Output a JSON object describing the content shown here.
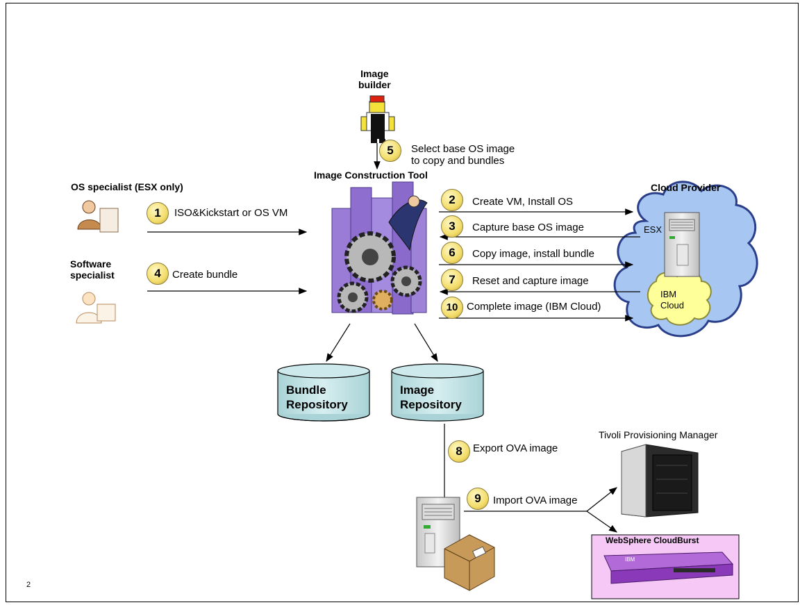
{
  "actors": {
    "image_builder": "Image\nbuilder",
    "os_specialist": "OS specialist (ESX only)",
    "software_specialist": "Software\nspecialist",
    "tool": "Image Construction Tool",
    "cloud_provider": "Cloud Provider"
  },
  "steps": [
    {
      "num": "1",
      "text": "ISO&Kickstart or OS VM"
    },
    {
      "num": "2",
      "text": "Create VM, Install OS"
    },
    {
      "num": "3",
      "text": "Capture base OS image"
    },
    {
      "num": "4",
      "text": "Create bundle"
    },
    {
      "num": "5",
      "text": "Select base OS image\nto copy and bundles"
    },
    {
      "num": "6",
      "text": "Copy image, install bundle"
    },
    {
      "num": "7",
      "text": "Reset and capture image"
    },
    {
      "num": "8",
      "text": "Export OVA image"
    },
    {
      "num": "9",
      "text": "Import OVA image"
    },
    {
      "num": "10",
      "text": "Complete image (IBM Cloud)"
    }
  ],
  "cloud": {
    "esx": "ESX",
    "ibm_cloud": "IBM\nCloud"
  },
  "repositories": {
    "bundle": "Bundle\nRepository",
    "image": "Image\nRepository"
  },
  "targets": {
    "tpm": "Tivoli Provisioning Manager",
    "cloudburst": "WebSphere CloudBurst",
    "appliance_logo": "IBM"
  },
  "page_number": "2"
}
